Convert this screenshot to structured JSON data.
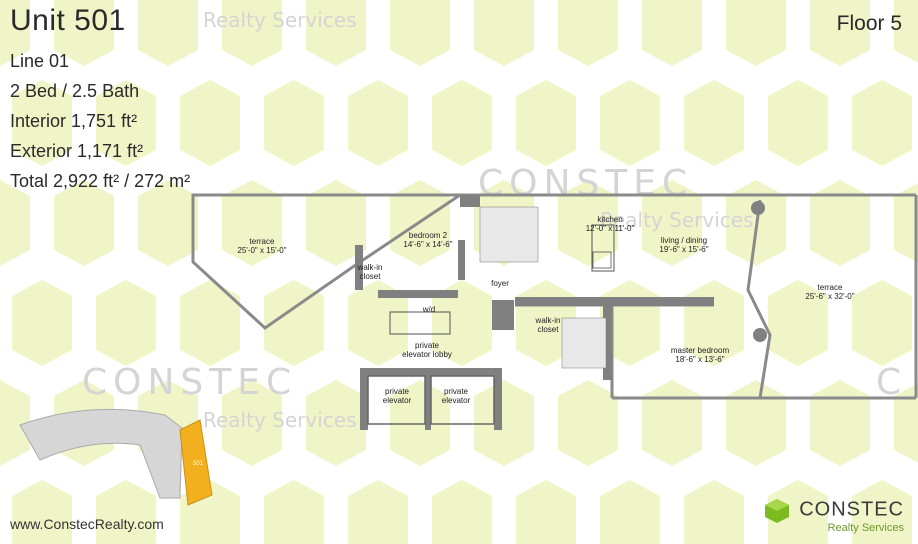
{
  "unit": {
    "title": "Unit 501",
    "line": "Line 01",
    "beds_baths": "2 Bed / 2.5 Bath",
    "interior": "Interior 1,751 ft²",
    "exterior": "Exterior 1,171 ft²",
    "total": "Total 2,922 ft² / 272 m²"
  },
  "floor": "Floor 5",
  "watermarks": {
    "top_realty": "Realty Services",
    "constec_center": "CONSTEC",
    "constec_left": "CONSTEC",
    "realty_center": "Realty Services",
    "realty_mid": "Realty Services"
  },
  "rooms": {
    "terrace_left": "terrace",
    "terrace_left_dim": "25'-0\" x 15'-0\"",
    "bedroom2": "bedroom 2",
    "bedroom2_dim": "14'-6\" x 14'-6\"",
    "walkin_closet_1": "walk-in",
    "walkin_closet_1b": "closet",
    "wd": "w/d",
    "foyer": "foyer",
    "kitchen": "kitchen",
    "kitchen_dim": "12'-0\" x 11'-0\"",
    "living": "living / dining",
    "living_dim": "19'-6\" x 15'-6\"",
    "terrace_right": "terrace",
    "terrace_right_dim": "25'-6\" x 32'-0\"",
    "walkin_closet_2": "walk-in",
    "walkin_closet_2b": "closet",
    "master": "master bedroom",
    "master_dim": "18'-6\" x 13'-6\"",
    "lobby": "private",
    "lobby_b": "elevator lobby",
    "elevator_1": "private",
    "elevator_1b": "elevator",
    "elevator_2": "private",
    "elevator_2b": "elevator"
  },
  "keyplan": {
    "unit_tag": "501"
  },
  "website": "www.ConstecRealty.com",
  "logo": {
    "name": "CONSTEC",
    "sub": "Realty Services"
  },
  "colors": {
    "pattern": "#f0f5c8",
    "accent": "#7cbb1f",
    "wall": "#808080",
    "unit_highlight": "#f2b01e"
  }
}
